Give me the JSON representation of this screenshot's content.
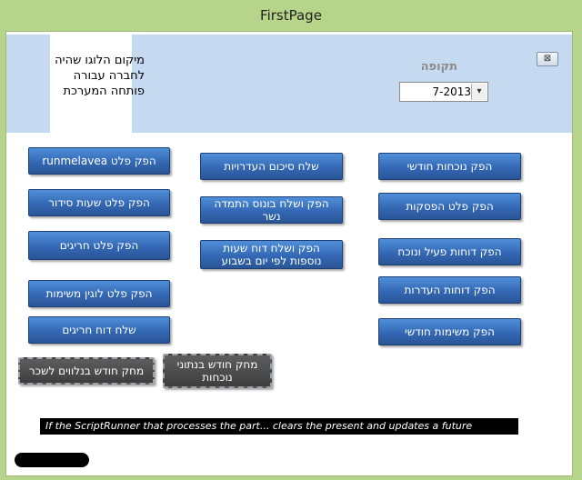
{
  "window": {
    "title": "FirstPage"
  },
  "header": {
    "logo_text": "מיקום הלוגו שהיה לחברה עבורה פותחה המערכת",
    "period_label": "תקופה",
    "period_value": "7-2013",
    "dropdown_arrow": "▾",
    "close_symbol": "⊠"
  },
  "buttons": {
    "col_left": [
      "הפק פלט runmelavea",
      "הפק פלט שעות סידור",
      "הפק פלט חריגים",
      "הפק פלט לוגין משימות",
      "שלח דוח חריגים"
    ],
    "col_middle": [
      "שלח סיכום העדרויות",
      "הפק ושלח בונוס התמדה נשר",
      "הפק ושלח דוח שעות נוספות לפי יום בשבוע"
    ],
    "col_right": [
      "הפק נוכחות חודשי",
      "הפק פלט הפסקות",
      "הפק דוחות פעיל ונוכח",
      "הפק דוחות העדרות",
      "הפק משימות חודשי"
    ],
    "dark": [
      "מחק חודש בנלווים לשכר",
      "מחק חודש בנתוני נוכחות"
    ]
  },
  "footer": {
    "scribble_text": "If the ScriptRunner that processes the part... clears the present and updates a future"
  },
  "colors": {
    "title_bar": "#b6d48a",
    "header_bg": "#c5d9f1",
    "button_blue": "#3468b4",
    "button_dark": "#3e3e3e"
  }
}
